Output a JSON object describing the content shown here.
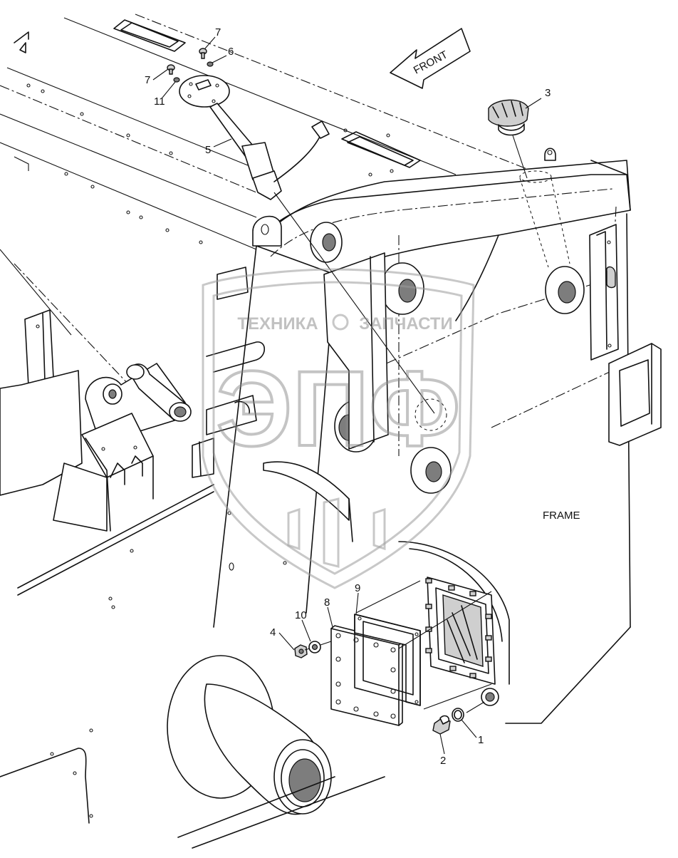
{
  "diagram": {
    "frame_label": "FRAME",
    "front_label": "FRONT",
    "callouts": [
      "1",
      "2",
      "3",
      "4",
      "5",
      "6",
      "7",
      "7",
      "8",
      "9",
      "10",
      "11"
    ]
  },
  "watermark": {
    "left_word": "ТЕХНИКА",
    "right_word": "ЗАПЧАСТИ",
    "logo": "ЭПФ"
  }
}
